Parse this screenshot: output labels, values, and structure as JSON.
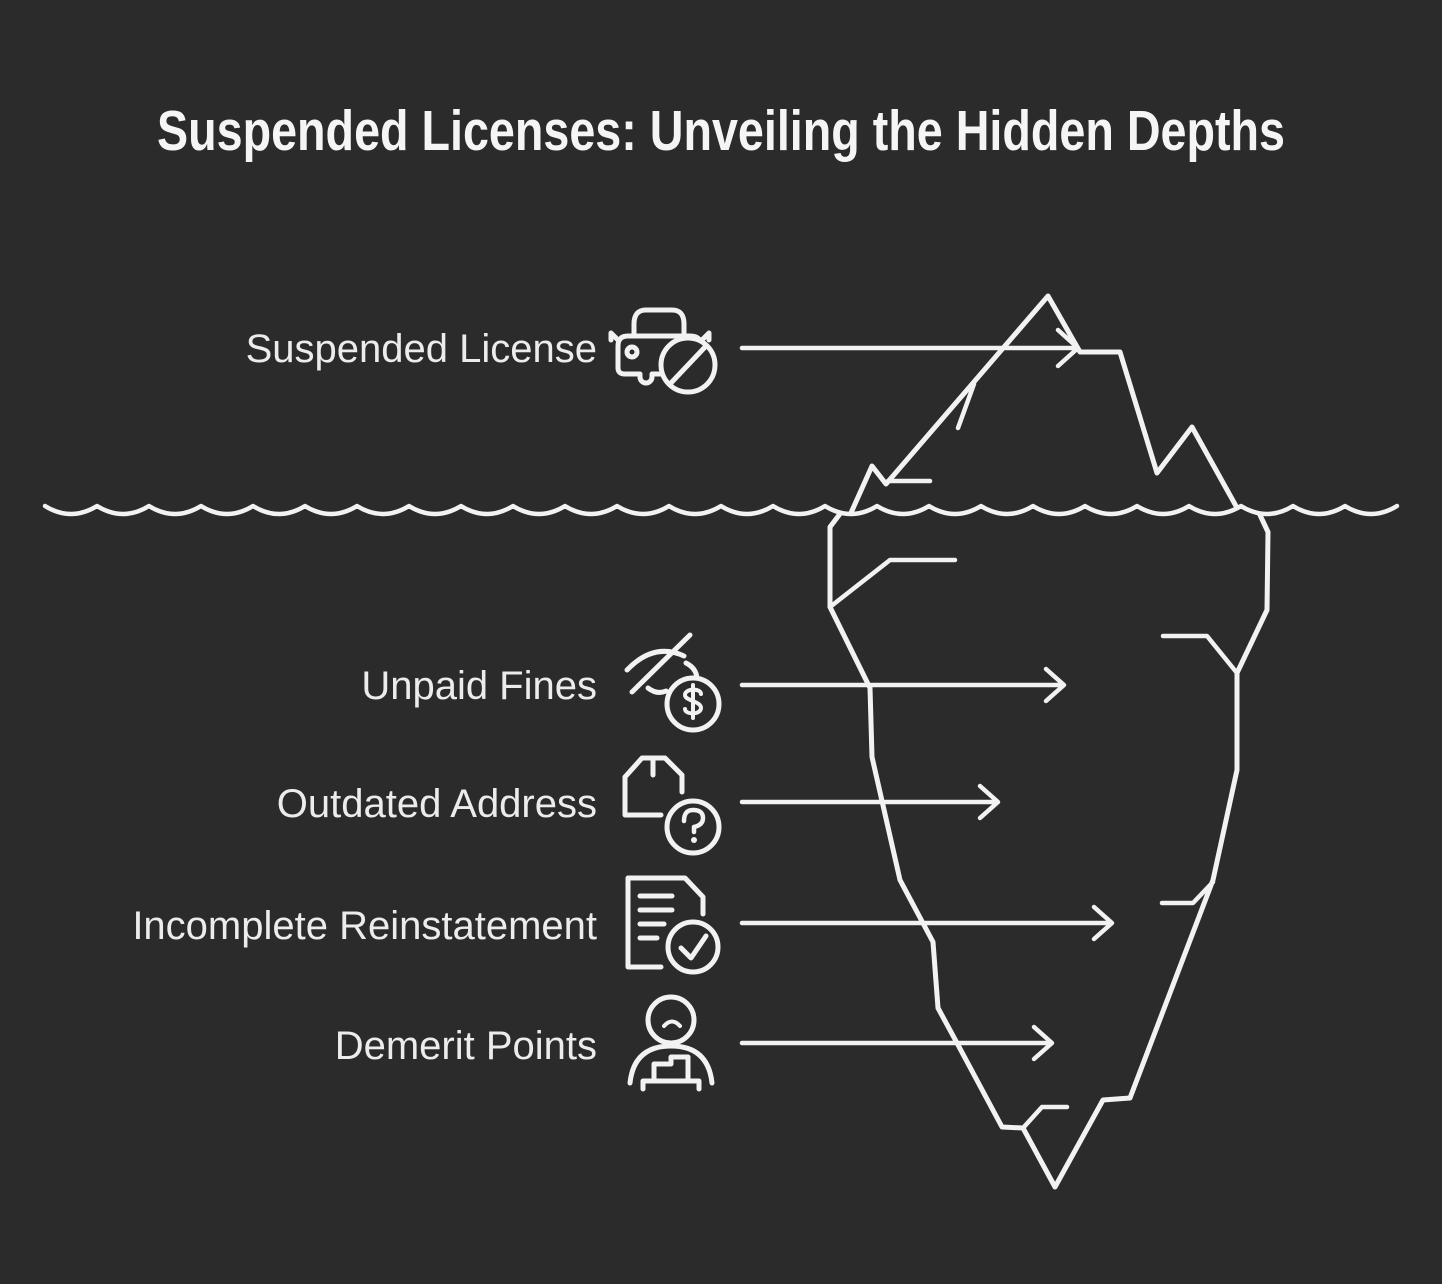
{
  "title": "Suspended Licenses: Unveiling the Hidden Depths",
  "items": [
    {
      "label": "Suspended License",
      "icon": "car-suspended-icon"
    },
    {
      "label": "Unpaid Fines",
      "icon": "unpaid-fines-icon"
    },
    {
      "label": "Outdated Address",
      "icon": "outdated-address-icon"
    },
    {
      "label": "Incomplete Reinstatement",
      "icon": "incomplete-reinstatement-icon"
    },
    {
      "label": "Demerit Points",
      "icon": "demerit-points-icon"
    }
  ],
  "colors": {
    "background": "#2b2b2b",
    "iceberg_tip_gray": "#a1a1a1",
    "iceberg_body_yellow": "#ffd115",
    "line_white": "#f2f2f2",
    "title_text": "#f5f5f5",
    "label_text": "#ececec"
  }
}
